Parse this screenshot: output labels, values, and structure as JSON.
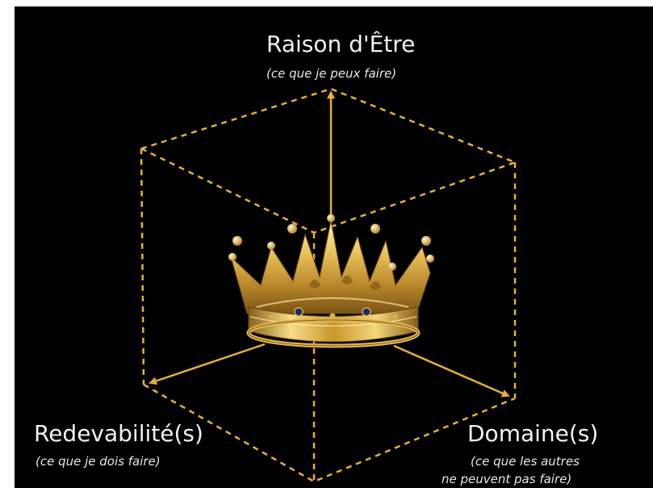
{
  "labels": {
    "top": {
      "title": "Raison d'Être",
      "subtitle": "(ce que je peux faire)"
    },
    "left": {
      "title": "Redevabilité(s)",
      "subtitle": "(ce que je dois faire)"
    },
    "right": {
      "title": "Domaine(s)",
      "subtitle_line1": "(ce que les autres",
      "subtitle_line2": "ne peuvent pas faire)"
    }
  },
  "colors": {
    "background": "#000000",
    "accent": "#e8b033",
    "text": "#f2f2f2"
  },
  "icons": [
    "crown-image"
  ]
}
